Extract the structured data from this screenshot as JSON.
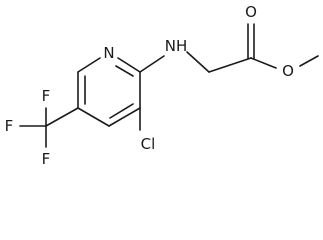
{
  "molecule": {
    "atoms": {
      "ring_nitrogen": "N",
      "amine": "NH",
      "carbonyl_oxygen": "O",
      "ester_oxygen": "O",
      "chlorine": "Cl",
      "fluorine_top": "F",
      "fluorine_left": "F",
      "fluorine_bottom": "F"
    }
  }
}
